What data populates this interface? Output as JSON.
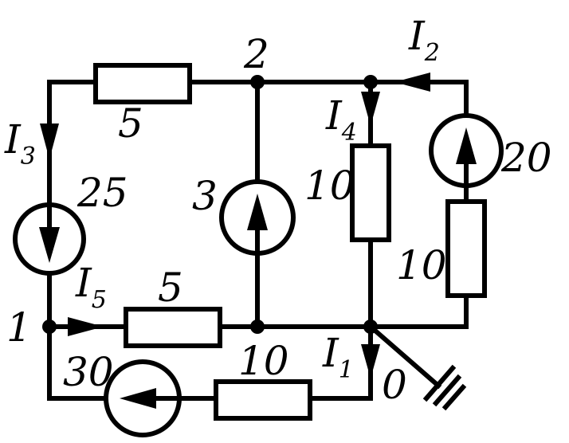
{
  "nodes": {
    "n1": "1",
    "n2": "2",
    "n0": "0"
  },
  "resistors": {
    "top": "5",
    "middle": "5",
    "bottom": "10",
    "mid_right": "10",
    "far_right": "10"
  },
  "sources": {
    "left": "25",
    "center": "3",
    "right": "20",
    "bottom": "30"
  },
  "currents": {
    "i1": {
      "base": "I",
      "sub": "1"
    },
    "i2": {
      "base": "I",
      "sub": "2"
    },
    "i3": {
      "base": "I",
      "sub": "3"
    },
    "i4": {
      "base": "I",
      "sub": "4"
    },
    "i5": {
      "base": "I",
      "sub": "5"
    }
  }
}
